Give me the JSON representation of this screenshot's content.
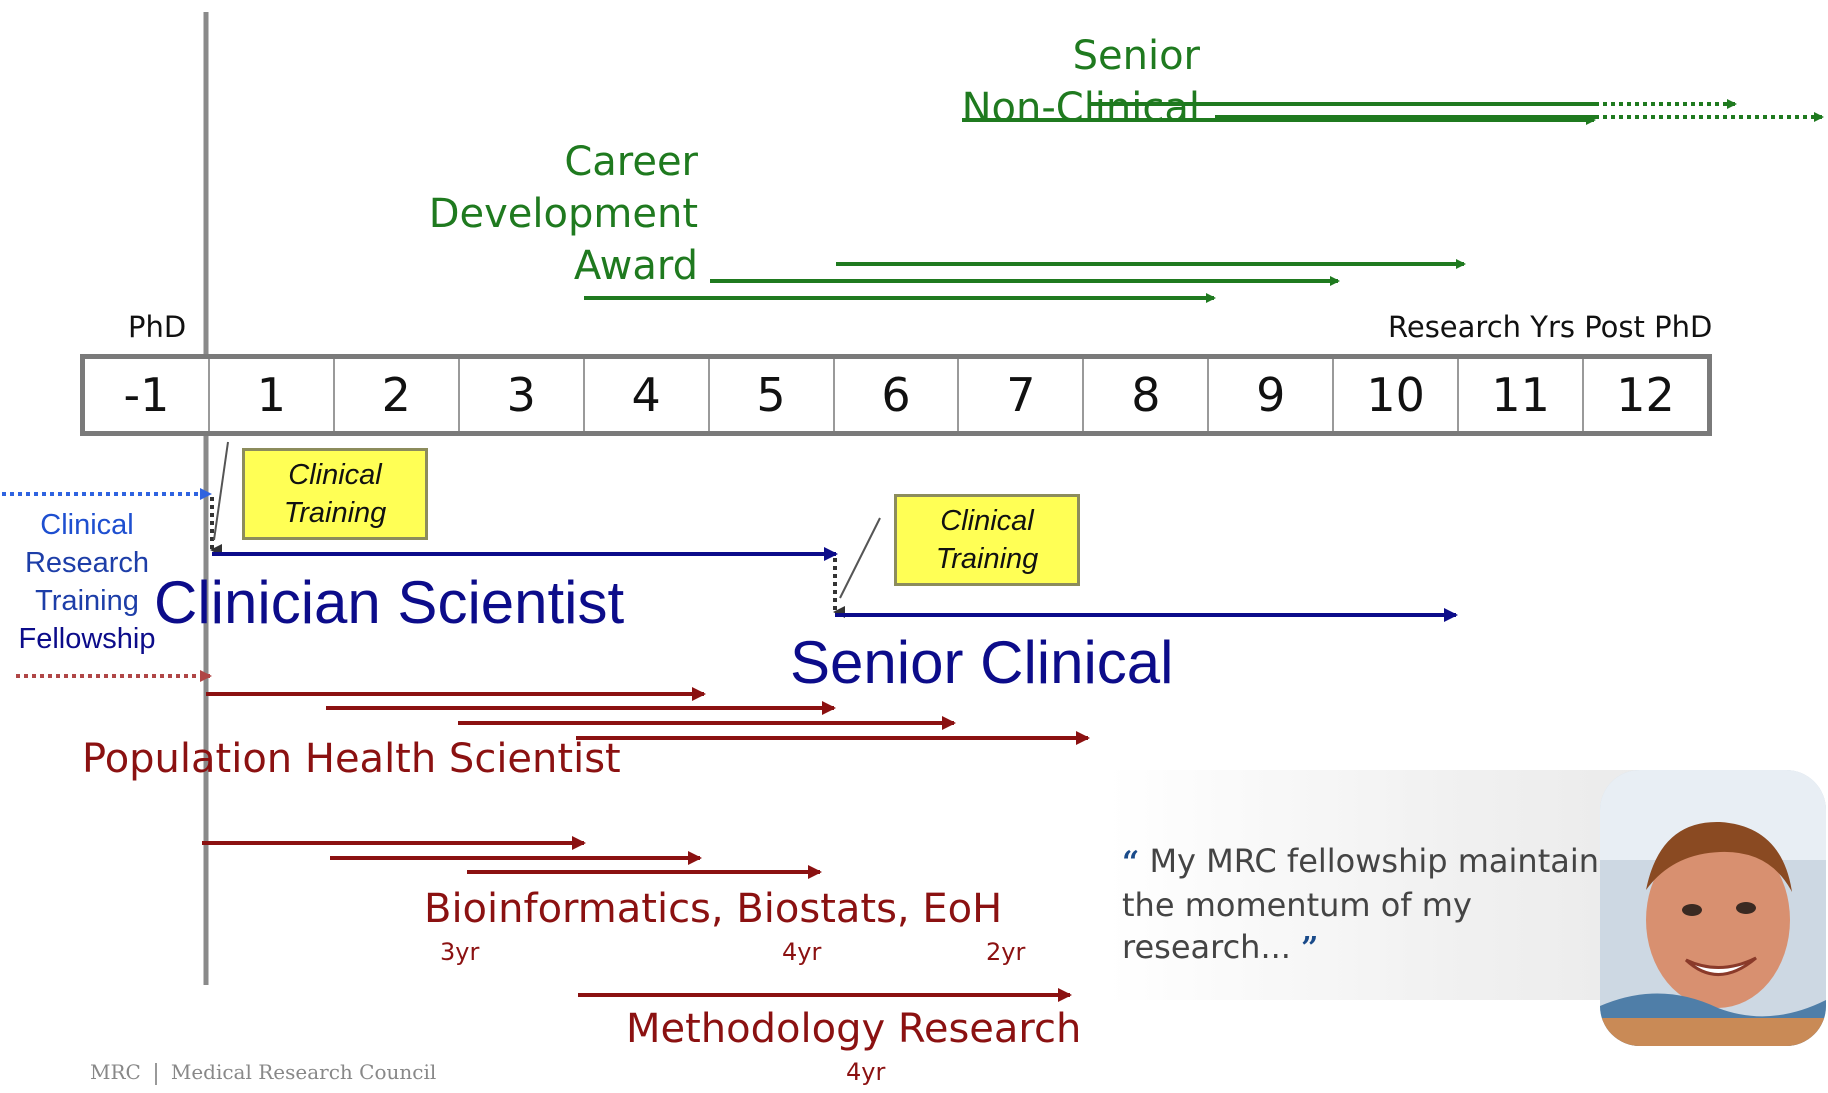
{
  "header_labels": {
    "phd_label": "PhD",
    "axis_caption": "Research Yrs Post PhD"
  },
  "timeline": {
    "years": [
      "-1",
      "1",
      "2",
      "3",
      "4",
      "5",
      "6",
      "7",
      "8",
      "9",
      "10",
      "11",
      "12"
    ]
  },
  "labels": {
    "senior_nonclinical": [
      "Senior",
      "Non-Clinical"
    ],
    "career_development": [
      "Career",
      "Development",
      "Award"
    ],
    "clinical_research_training": [
      "Clinical",
      "Research",
      "Training",
      "Fellowship"
    ],
    "clinician_scientist": "Clinician Scientist",
    "senior_clinical": "Senior Clinical",
    "population_health": "Population Health Scientist",
    "bioinformatics": "Bioinformatics, Biostats, EoH",
    "bio_durations": [
      "3yr",
      "4yr",
      "2yr"
    ],
    "methodology": "Methodology Research",
    "methodology_duration": "4yr"
  },
  "notes": {
    "clinical_training_1": [
      "Clinical",
      "Training"
    ],
    "clinical_training_2": [
      "Clinical",
      "Training"
    ]
  },
  "quote": {
    "open_mark": "“",
    "text": "My MRC fellowship maintained the momentum of my research...",
    "close_mark": "”"
  },
  "footer": {
    "org_short": "MRC",
    "org_full": "Medical Research Council"
  },
  "colors": {
    "green": "#1f7a1f",
    "navy": "#0c0c8a",
    "maroon": "#8b1111",
    "blue": "#1e4fd0",
    "axis_gray": "#7a7a7a",
    "note_yellow": "#ffff55"
  }
}
